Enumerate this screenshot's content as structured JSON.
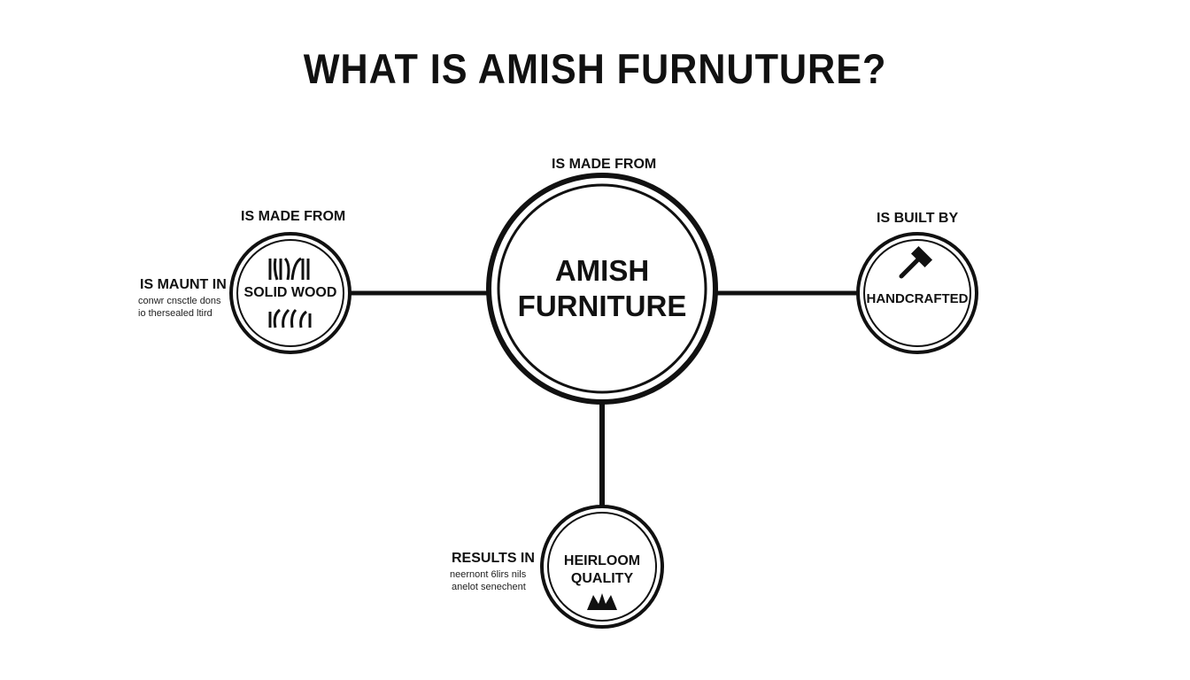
{
  "title": "WHAT IS AMISH FURNUTURE?",
  "center": {
    "line1": "AMISH",
    "line2": "FURNITURE",
    "caption": "IS MADE FROM",
    "icon": "none"
  },
  "left_node": {
    "label": "SOLID WOOD",
    "caption": "IS MADE FROM",
    "icon": "wood-grain-icon",
    "side_heading": "IS MAUNT IN",
    "side_line1": "conwr cnsctle dons",
    "side_line2": "io thersealed ltird"
  },
  "right_node": {
    "label": "HANDCRAFTED",
    "caption": "IS BUILT BY",
    "icon": "hammer-icon"
  },
  "bottom_node": {
    "line1": "HEIRLOOM",
    "line2": "QUALITY",
    "icon": "crown-icon",
    "side_heading": "RESULTS IN",
    "side_line1": "neernont 6lirs nils",
    "side_line2": "anelot senechent"
  },
  "colors": {
    "ink": "#111111",
    "background": "#ffffff"
  }
}
